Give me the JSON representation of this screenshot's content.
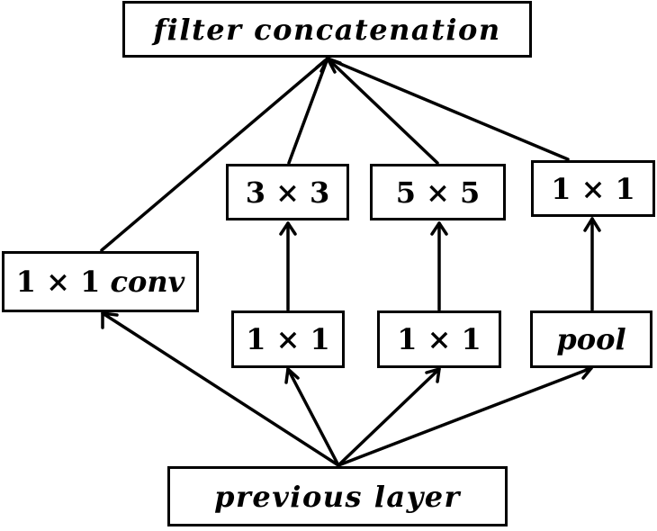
{
  "nodes": {
    "filter_concatenation": "filter concatenation",
    "conv_1x1": {
      "num": "1 × 1",
      "word": "conv"
    },
    "conv_3x3": "3 × 3",
    "conv_5x5": "5 × 5",
    "conv_1x1_after_pool": "1 × 1",
    "reduce_1x1_for_3x3": "1 × 1",
    "reduce_1x1_for_5x5": "1 × 1",
    "pool": "pool",
    "previous_layer": "previous layer"
  },
  "colors": {
    "stroke": "#000000",
    "background": "#ffffff"
  }
}
